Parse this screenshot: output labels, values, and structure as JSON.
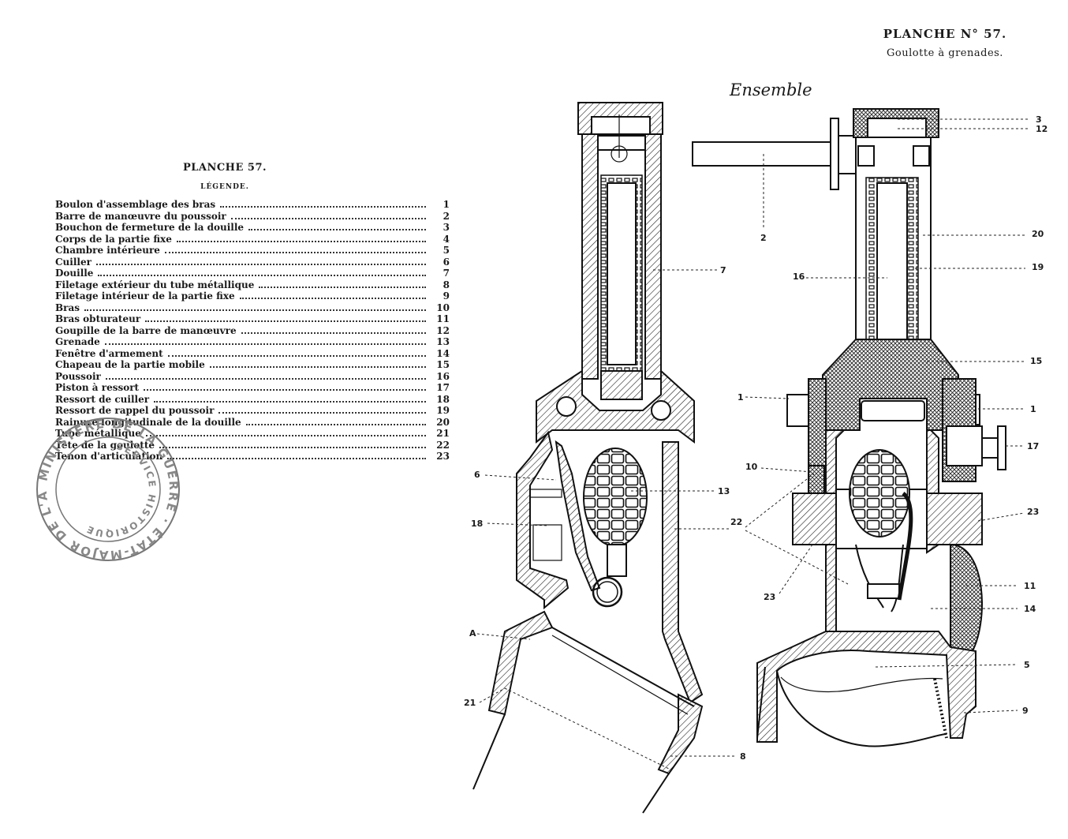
{
  "plate": {
    "number": "PLANCHE N° 57.",
    "subtitle": "Goulotte à grenades."
  },
  "legend": {
    "title": "PLANCHE 57.",
    "heading": "LÉGENDE.",
    "items": [
      {
        "label": "Boulon d'assemblage des bras",
        "num": "1"
      },
      {
        "label": "Barre de manœuvre du poussoir",
        "num": "2"
      },
      {
        "label": "Bouchon de fermeture de la douille",
        "num": "3"
      },
      {
        "label": "Corps de la partie fixe",
        "num": "4"
      },
      {
        "label": "Chambre intérieure",
        "num": "5"
      },
      {
        "label": "Cuiller",
        "num": "6"
      },
      {
        "label": "Douille",
        "num": "7"
      },
      {
        "label": "Filetage extérieur du tube métallique",
        "num": "8"
      },
      {
        "label": "Filetage intérieur de la partie fixe",
        "num": "9"
      },
      {
        "label": "Bras",
        "num": "10"
      },
      {
        "label": "Bras obturateur",
        "num": "11"
      },
      {
        "label": "Goupille de la barre de manœuvre",
        "num": "12"
      },
      {
        "label": "Grenade",
        "num": "13"
      },
      {
        "label": "Fenêtre d'armement",
        "num": "14"
      },
      {
        "label": "Chapeau de la partie mobile",
        "num": "15"
      },
      {
        "label": "Poussoir",
        "num": "16"
      },
      {
        "label": "Piston à ressort",
        "num": "17"
      },
      {
        "label": "Ressort de cuiller",
        "num": "18"
      },
      {
        "label": "Ressort de rappel du poussoir",
        "num": "19"
      },
      {
        "label": "Rainure longitudinale de la douille",
        "num": "20"
      },
      {
        "label": "Tube métallique",
        "num": "21"
      },
      {
        "label": "Tête de la goulotte",
        "num": "22"
      },
      {
        "label": "Tenon d'articulation",
        "num": "23"
      }
    ]
  },
  "stamp": {
    "outer_text": "MINISTÈRE DE LA GUERRE · ÉTAT-MAJOR DE L'ARMÉE",
    "inner_text": "SERVICE HISTORIQUE"
  },
  "figure": {
    "view_label": "Ensemble",
    "callouts_left": [
      {
        "id": "7",
        "text": "7"
      },
      {
        "id": "6",
        "text": "6"
      },
      {
        "id": "13",
        "text": "13"
      },
      {
        "id": "18",
        "text": "18"
      },
      {
        "id": "22a",
        "text": "22"
      },
      {
        "id": "A",
        "text": "A"
      },
      {
        "id": "21",
        "text": "21"
      },
      {
        "id": "8",
        "text": "8"
      }
    ],
    "callouts_right": [
      {
        "id": "3",
        "text": "3"
      },
      {
        "id": "12",
        "text": "12"
      },
      {
        "id": "2",
        "text": "2"
      },
      {
        "id": "20",
        "text": "20"
      },
      {
        "id": "19",
        "text": "19"
      },
      {
        "id": "16",
        "text": "16"
      },
      {
        "id": "15",
        "text": "15"
      },
      {
        "id": "1a",
        "text": "1"
      },
      {
        "id": "1b",
        "text": "1"
      },
      {
        "id": "17",
        "text": "17"
      },
      {
        "id": "10",
        "text": "10"
      },
      {
        "id": "23a",
        "text": "23"
      },
      {
        "id": "23b",
        "text": "23"
      },
      {
        "id": "11",
        "text": "11"
      },
      {
        "id": "14",
        "text": "14"
      },
      {
        "id": "5",
        "text": "5"
      },
      {
        "id": "9",
        "text": "9"
      }
    ]
  },
  "colors": {
    "ink": "#1a1a1a",
    "paper": "#ffffff",
    "stamp": "#777777"
  }
}
